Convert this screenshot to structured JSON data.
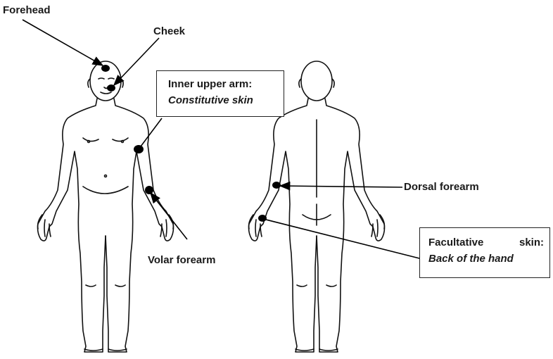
{
  "labels": {
    "forehead": "Forehead",
    "cheek": "Cheek",
    "volar_forearm": "Volar forearm",
    "dorsal_forearm": "Dorsal forearm"
  },
  "boxes": {
    "inner_upper_arm": {
      "title": "Inner upper arm:",
      "subtitle": "Constitutive skin"
    },
    "facultative": {
      "title_left": "Facultative",
      "title_right": "skin:",
      "subtitle": "Back of the hand"
    }
  },
  "colors": {
    "ink": "#111111",
    "marker": "#000000"
  }
}
